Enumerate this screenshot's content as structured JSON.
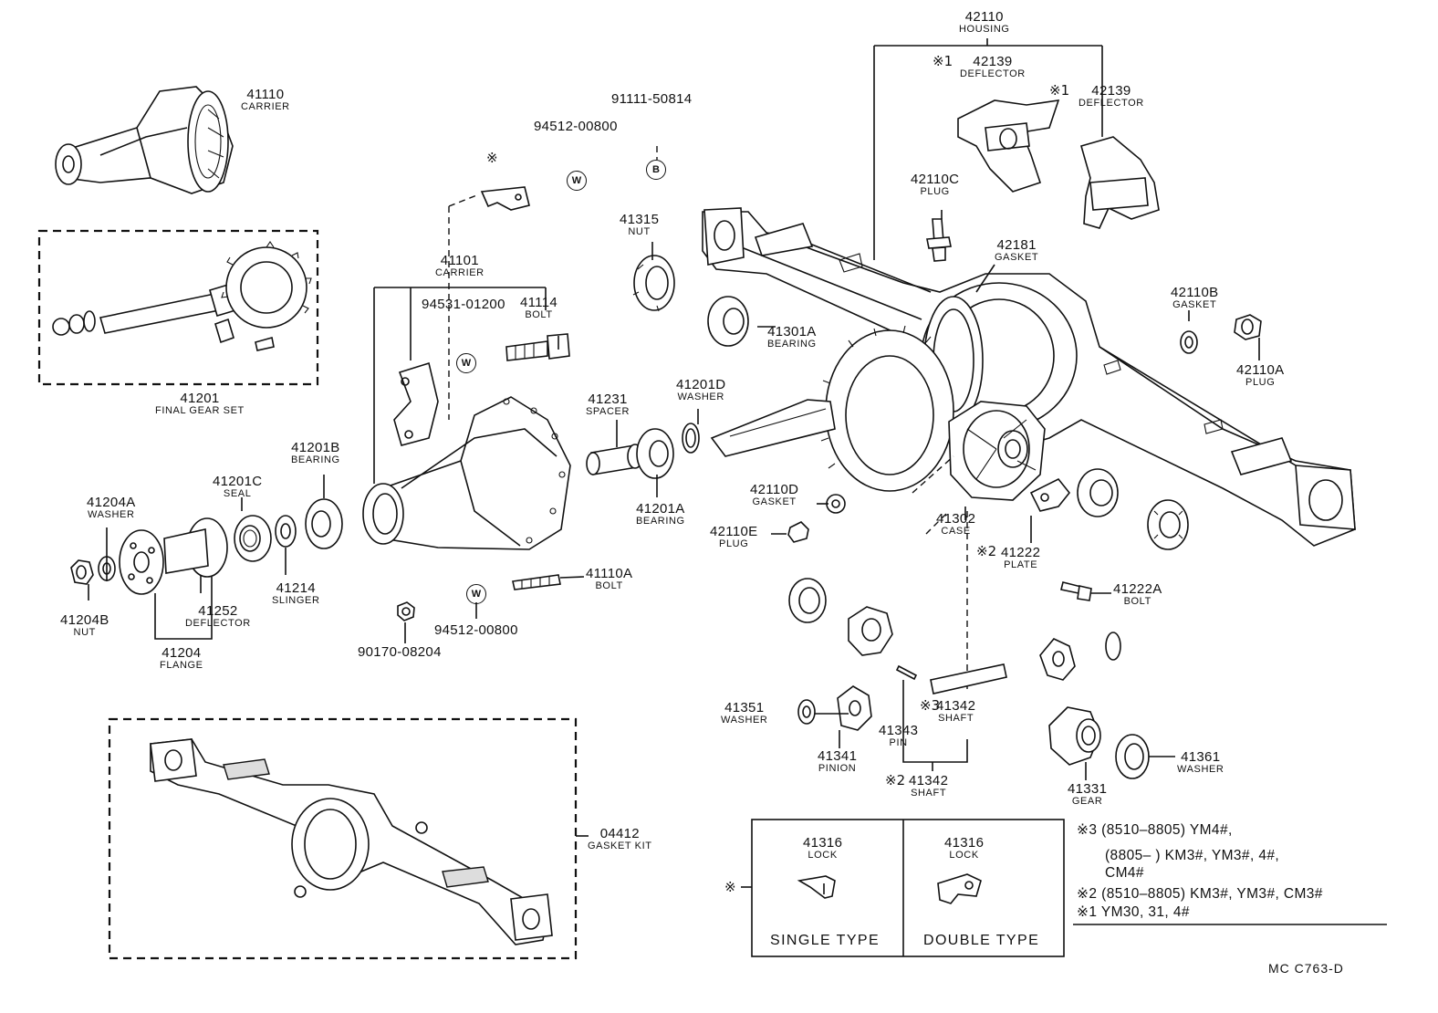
{
  "parts": [
    {
      "id": "p41110",
      "number": "41110",
      "name": "CARRIER"
    },
    {
      "id": "p41201",
      "number": "41201",
      "name": "FINAL GEAR SET"
    },
    {
      "id": "p91111",
      "number": "91111-50814",
      "name": ""
    },
    {
      "id": "p94512a",
      "number": "94512-00800",
      "name": ""
    },
    {
      "id": "p41101",
      "number": "41101",
      "name": "CARRIER"
    },
    {
      "id": "p94531",
      "number": "94531-01200",
      "name": ""
    },
    {
      "id": "p41114",
      "number": "41114",
      "name": "BOLT"
    },
    {
      "id": "p41315",
      "number": "41315",
      "name": "NUT"
    },
    {
      "id": "p41301A",
      "number": "41301A",
      "name": "BEARING"
    },
    {
      "id": "p42110",
      "number": "42110",
      "name": "HOUSING"
    },
    {
      "id": "p42139a",
      "number": "42139",
      "name": "DEFLECTOR"
    },
    {
      "id": "p42139b",
      "number": "42139",
      "name": "DEFLECTOR"
    },
    {
      "id": "p42110C",
      "number": "42110C",
      "name": "PLUG"
    },
    {
      "id": "p42181",
      "number": "42181",
      "name": "GASKET"
    },
    {
      "id": "p42110B",
      "number": "42110B",
      "name": "GASKET"
    },
    {
      "id": "p42110A",
      "number": "42110A",
      "name": "PLUG"
    },
    {
      "id": "p41231",
      "number": "41231",
      "name": "SPACER"
    },
    {
      "id": "p41201D",
      "number": "41201D",
      "name": "WASHER"
    },
    {
      "id": "p41201A",
      "number": "41201A",
      "name": "BEARING"
    },
    {
      "id": "p41201B",
      "number": "41201B",
      "name": "BEARING"
    },
    {
      "id": "p41201C",
      "number": "41201C",
      "name": "SEAL"
    },
    {
      "id": "p41204A",
      "number": "41204A",
      "name": "WASHER"
    },
    {
      "id": "p41204B",
      "number": "41204B",
      "name": "NUT"
    },
    {
      "id": "p41252",
      "number": "41252",
      "name": "DEFLECTOR"
    },
    {
      "id": "p41204",
      "number": "41204",
      "name": "FLANGE"
    },
    {
      "id": "p41214",
      "number": "41214",
      "name": "SLINGER"
    },
    {
      "id": "p41110A",
      "number": "41110A",
      "name": "BOLT"
    },
    {
      "id": "p94512b",
      "number": "94512-00800",
      "name": ""
    },
    {
      "id": "p90170",
      "number": "90170-08204",
      "name": ""
    },
    {
      "id": "p42110D",
      "number": "42110D",
      "name": "GASKET"
    },
    {
      "id": "p42110E",
      "number": "42110E",
      "name": "PLUG"
    },
    {
      "id": "p41302",
      "number": "41302",
      "name": "CASE"
    },
    {
      "id": "p41222",
      "number": "41222",
      "name": "PLATE"
    },
    {
      "id": "p41222A",
      "number": "41222A",
      "name": "BOLT"
    },
    {
      "id": "p41351",
      "number": "41351",
      "name": "WASHER"
    },
    {
      "id": "p41341",
      "number": "41341",
      "name": "PINION"
    },
    {
      "id": "p41343",
      "number": "41343",
      "name": "PIN"
    },
    {
      "id": "p41342a",
      "number": "41342",
      "name": "SHAFT"
    },
    {
      "id": "p41342b",
      "number": "41342",
      "name": "SHAFT"
    },
    {
      "id": "p41331",
      "number": "41331",
      "name": "GEAR"
    },
    {
      "id": "p41361",
      "number": "41361",
      "name": "WASHER"
    },
    {
      "id": "p04412",
      "number": "04412",
      "name": "GASKET KIT"
    },
    {
      "id": "p41316a",
      "number": "41316",
      "name": "LOCK"
    },
    {
      "id": "p41316b",
      "number": "41316",
      "name": "LOCK"
    }
  ],
  "circle_markers": {
    "w": "W",
    "b": "B"
  },
  "reference_marks": {
    "m1": "※1",
    "m2": "※2",
    "m3": "※3",
    "plain": "※"
  },
  "lock_box": {
    "single": "SINGLE TYPE",
    "double": "DOUBLE TYPE"
  },
  "notes": [
    {
      "mark": "※3",
      "text": "(8510–8805) YM4#,"
    },
    {
      "mark": "",
      "text": "(8805–        ) KM3#, YM3#, 4#,"
    },
    {
      "mark": "",
      "text": "CM4#"
    },
    {
      "mark": "※2",
      "text": "(8510–8805) KM3#, YM3#, CM3#"
    },
    {
      "mark": "※1",
      "text": "YM30, 31, 4#"
    }
  ],
  "drawing_code": "MC C763-D"
}
